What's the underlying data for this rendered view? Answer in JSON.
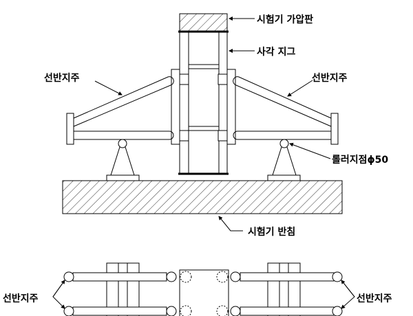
{
  "labels": {
    "press_plate": "시험기 가압판",
    "square_jig": "사각 지그",
    "shelf_support_left": "선반지주",
    "shelf_support_right": "선반지주",
    "roller_support": "롤러지점ϕ50",
    "tester_base": "시험기 반침",
    "plan_shelf_left": "선반지주",
    "plan_shelf_right": "선반지주"
  }
}
